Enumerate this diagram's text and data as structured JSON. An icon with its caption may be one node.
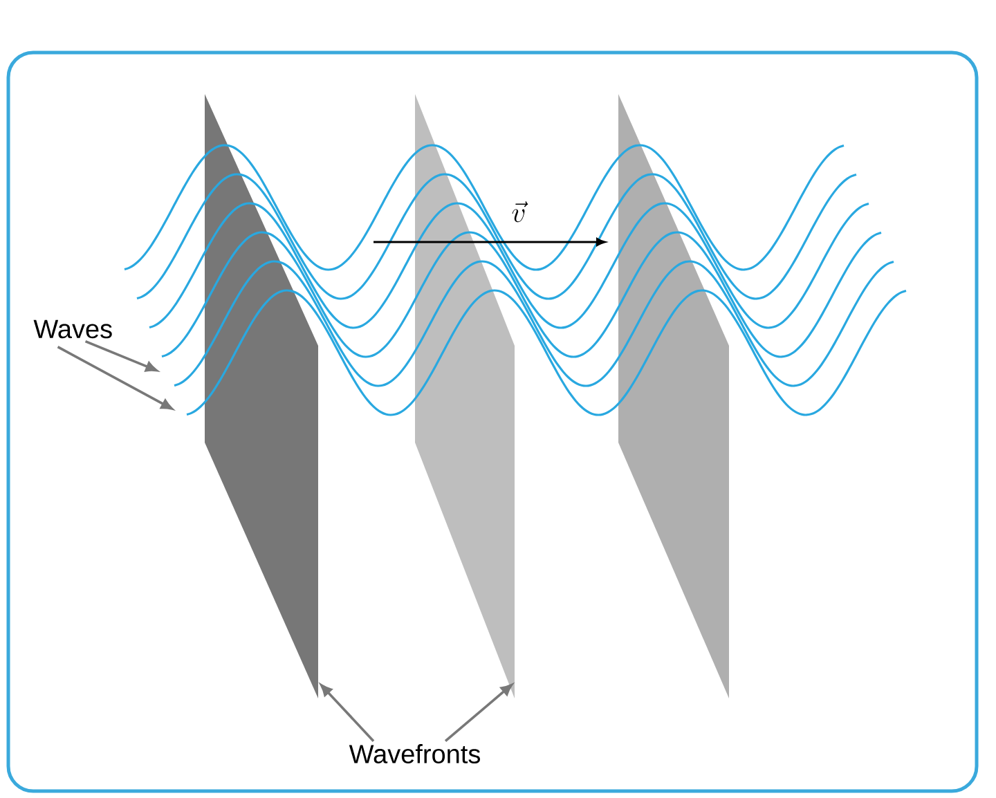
{
  "diagram": {
    "nodes": [
      {
        "text": [
          "Waves"
        ]
      },
      {
        "text": [
          "Wavefronts"
        ]
      },
      {
        "text": [],
        "shape": "parallelogram"
      },
      {
        "text": [],
        "shape": "parallelogram"
      },
      {
        "text": [],
        "shape": "parallelogram"
      }
    ],
    "edges": [
      {
        "from": 0,
        "to": null,
        "arrow": "to"
      },
      {
        "from": 0,
        "to": null,
        "arrow": "to"
      },
      {
        "from": 1,
        "to": 2,
        "arrow": "to"
      },
      {
        "from": 1,
        "to": 3,
        "arrow": "to"
      }
    ],
    "labels": [
      "\\vec{v}"
    ]
  }
}
